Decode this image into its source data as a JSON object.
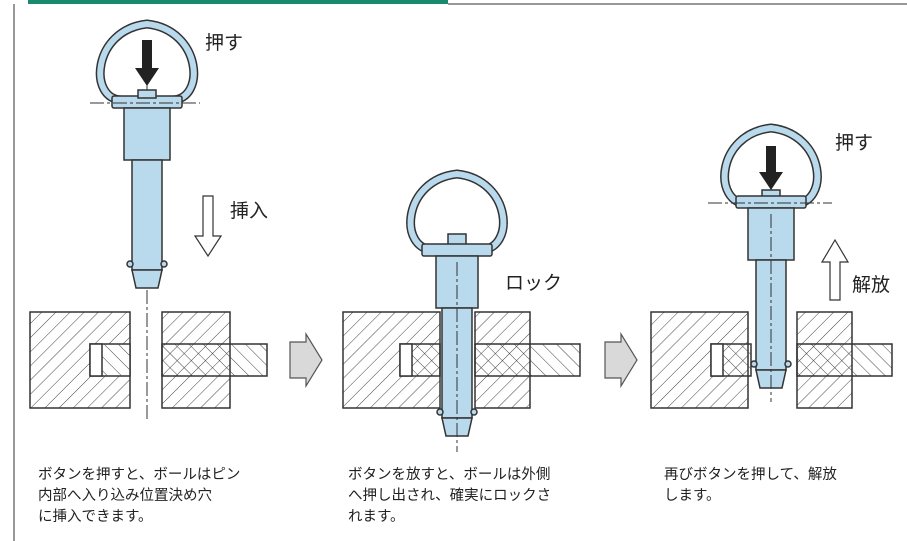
{
  "colors": {
    "accent": "#1a8a6e",
    "pin": "#b9d9ec",
    "outline": "#333333",
    "hatch": "#444444",
    "arrow_fill": "#d9d9d9"
  },
  "stage1": {
    "push_label": "押す",
    "insert_label": "挿入",
    "caption": "ボタンを押すと、ボールはピン\n内部へ入り込み位置決め穴\nに挿入できます。"
  },
  "stage2": {
    "lock_label": "ロック",
    "caption": "ボタンを放すと、ボールは外側\nへ押し出され、確実にロックさ\nれます。"
  },
  "stage3": {
    "push_label": "押す",
    "release_label": "解放",
    "caption": "再びボタンを押して、解放\nします。"
  }
}
